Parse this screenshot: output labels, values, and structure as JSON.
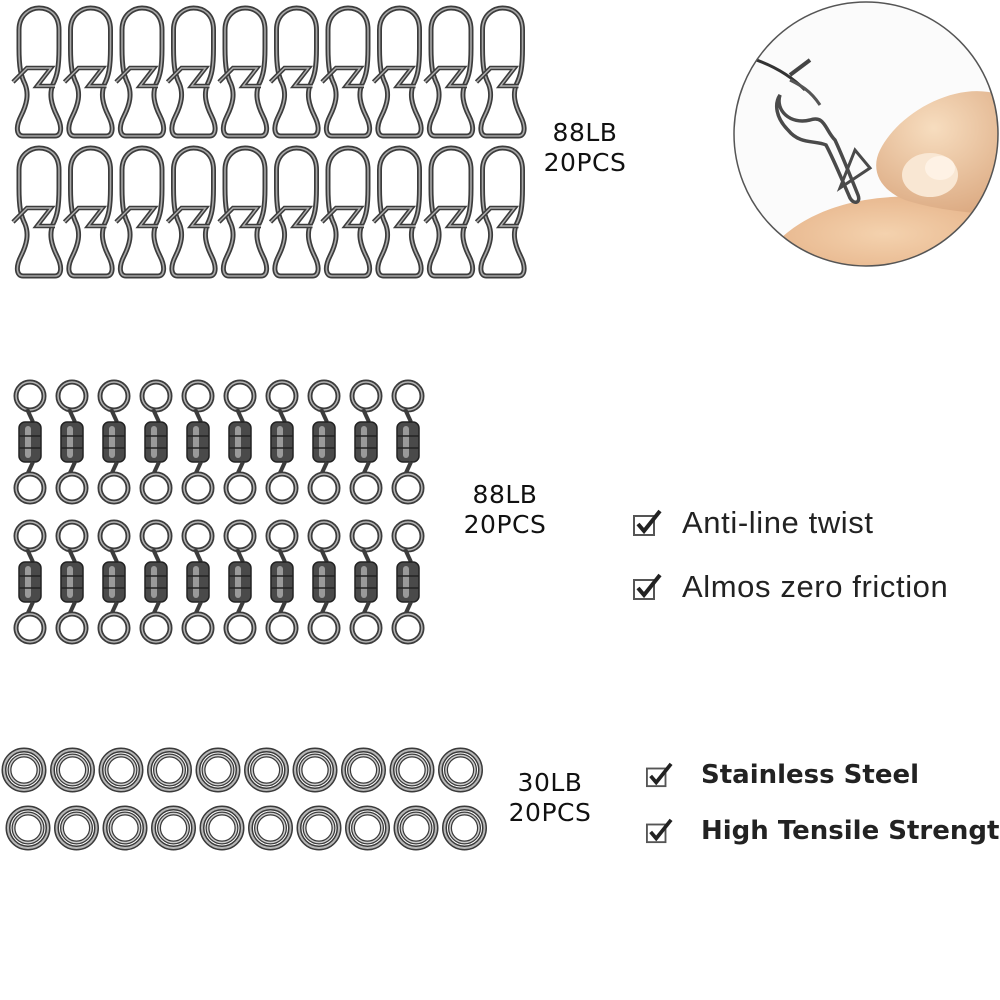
{
  "products": [
    {
      "name": "snap",
      "load": "88LB",
      "count": "20PCS"
    },
    {
      "name": "swivel",
      "load": "88LB",
      "count": "20PCS"
    },
    {
      "name": "split-ring",
      "load": "30LB",
      "count": "20PCS"
    }
  ],
  "features_primary": [
    "Anti-line twist",
    "Almos zero friction"
  ],
  "features_secondary": [
    "Stainless Steel",
    "High Tensile Strength"
  ],
  "icons": {
    "check": "checkbox-check-icon"
  },
  "colors": {
    "metal": "#6e6e6e",
    "metal_dark": "#3c3c3c",
    "text": "#111111",
    "background": "#ffffff"
  }
}
